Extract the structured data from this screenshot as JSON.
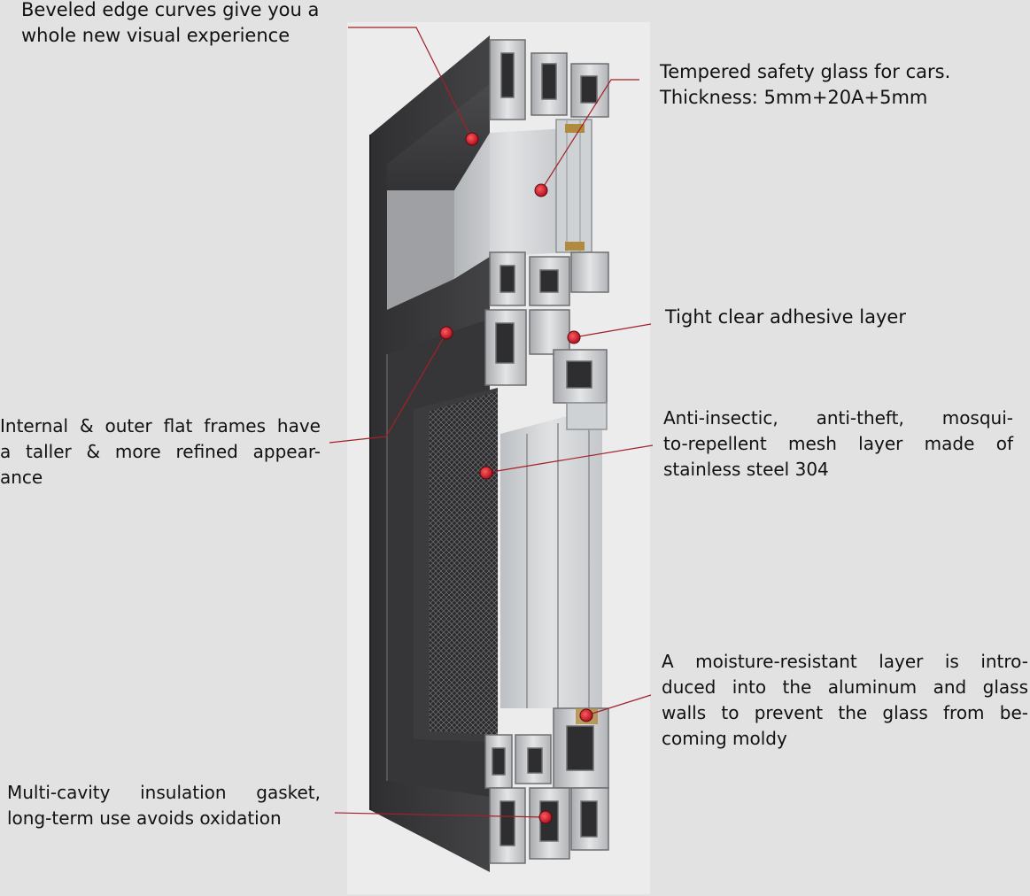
{
  "callouts": {
    "beveled": {
      "lines": [
        "Beveled edge curves give you a",
        "whole new visual experience"
      ]
    },
    "glass": {
      "lines": [
        "Tempered safety glass for cars.",
        "Thickness: 5mm+20A+5mm"
      ]
    },
    "adhesive": {
      "lines": [
        "Tight clear adhesive layer"
      ]
    },
    "frames": {
      "lines": [
        "Internal & outer flat frames have",
        "a taller & more refined appear-",
        "ance"
      ]
    },
    "mesh": {
      "lines": [
        "Anti-insectic, anti-theft, mosqui-",
        "to-repellent mesh layer made of",
        "stainless steel 304"
      ]
    },
    "moisture": {
      "lines": [
        "A moisture-resistant layer is intro-",
        "duced into the aluminum and glass",
        "walls to prevent the glass from be-",
        "coming moldy"
      ]
    },
    "gasket": {
      "lines": [
        "Multi-cavity insulation gasket,",
        "long-term use avoids oxidation"
      ]
    }
  },
  "colors": {
    "background": "#e2e2e2",
    "frame": "#3a3a3c",
    "aluminum": "#c9cacc",
    "leader_line": "#a3202a",
    "marker": "#c8102e"
  },
  "icons": {
    "marker": "red-dot-icon"
  }
}
